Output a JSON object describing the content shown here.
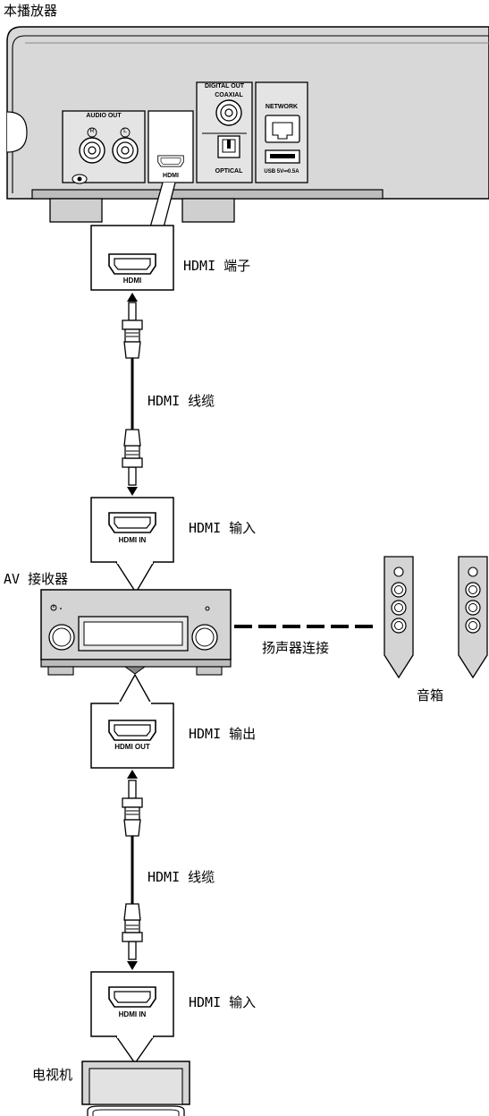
{
  "player": {
    "title": "本播放器",
    "audio_out": "AUDIO OUT",
    "ch_r": "R",
    "ch_l": "L",
    "hdmi": "HDMI",
    "digital_out": "DIGITAL OUT",
    "coaxial": "COAXIAL",
    "optical": "OPTICAL",
    "network": "NETWORK",
    "usb": "USB 5V⎓0.5A"
  },
  "connectors": {
    "hdmi_terminal": {
      "jack": "HDMI",
      "label": "HDMI 端子"
    },
    "cable1": "HDMI 线缆",
    "receiver_in": {
      "jack": "HDMI IN",
      "label": "HDMI 输入"
    },
    "receiver_out": {
      "jack": "HDMI OUT",
      "label": "HDMI 输出"
    },
    "cable2": "HDMI 线缆",
    "tv_in": {
      "jack": "HDMI IN",
      "label": "HDMI 输入"
    }
  },
  "receiver": {
    "title": "AV 接收器"
  },
  "speakers": {
    "connection": "扬声器连接",
    "label": "音箱"
  },
  "tv": {
    "title": "电视机"
  }
}
